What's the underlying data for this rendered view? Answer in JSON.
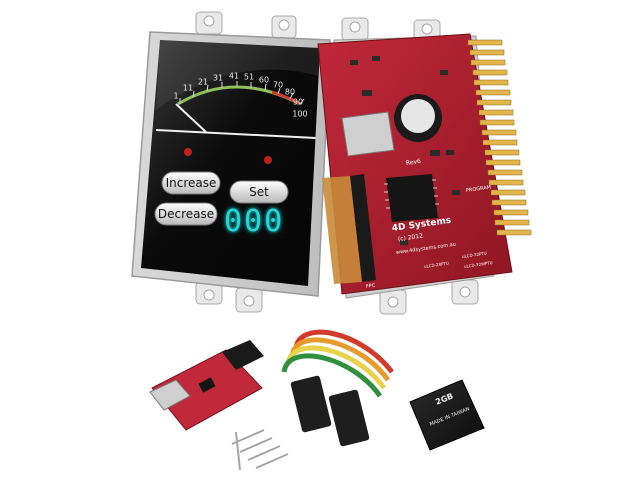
{
  "display": {
    "gauge": {
      "scale_labels": [
        "1",
        "11",
        "21",
        "31",
        "41",
        "51",
        "60",
        "70",
        "80",
        "90",
        "100"
      ]
    },
    "buttons": {
      "increase": "Increase",
      "set": "Set",
      "decrease": "Decrease"
    },
    "counter_value": "000"
  },
  "board": {
    "brand": "4D Systems",
    "copyright": "(c) 2012",
    "rev": "Rev6",
    "website": "www.4dsystems.com.au",
    "program": "PROGRAM",
    "fpc": "FPC",
    "variant_labels": [
      "uLCD-28PTU",
      "uLCD-32PTU",
      "uLCD-32WPTU"
    ]
  },
  "sd_card": {
    "capacity": "2GB",
    "origin": "MADE IN TAIWAN"
  },
  "colors": {
    "pcb_red": "#b01e2a",
    "screen_black": "#0a0a0a",
    "led_cyan": "#26d6d6"
  }
}
